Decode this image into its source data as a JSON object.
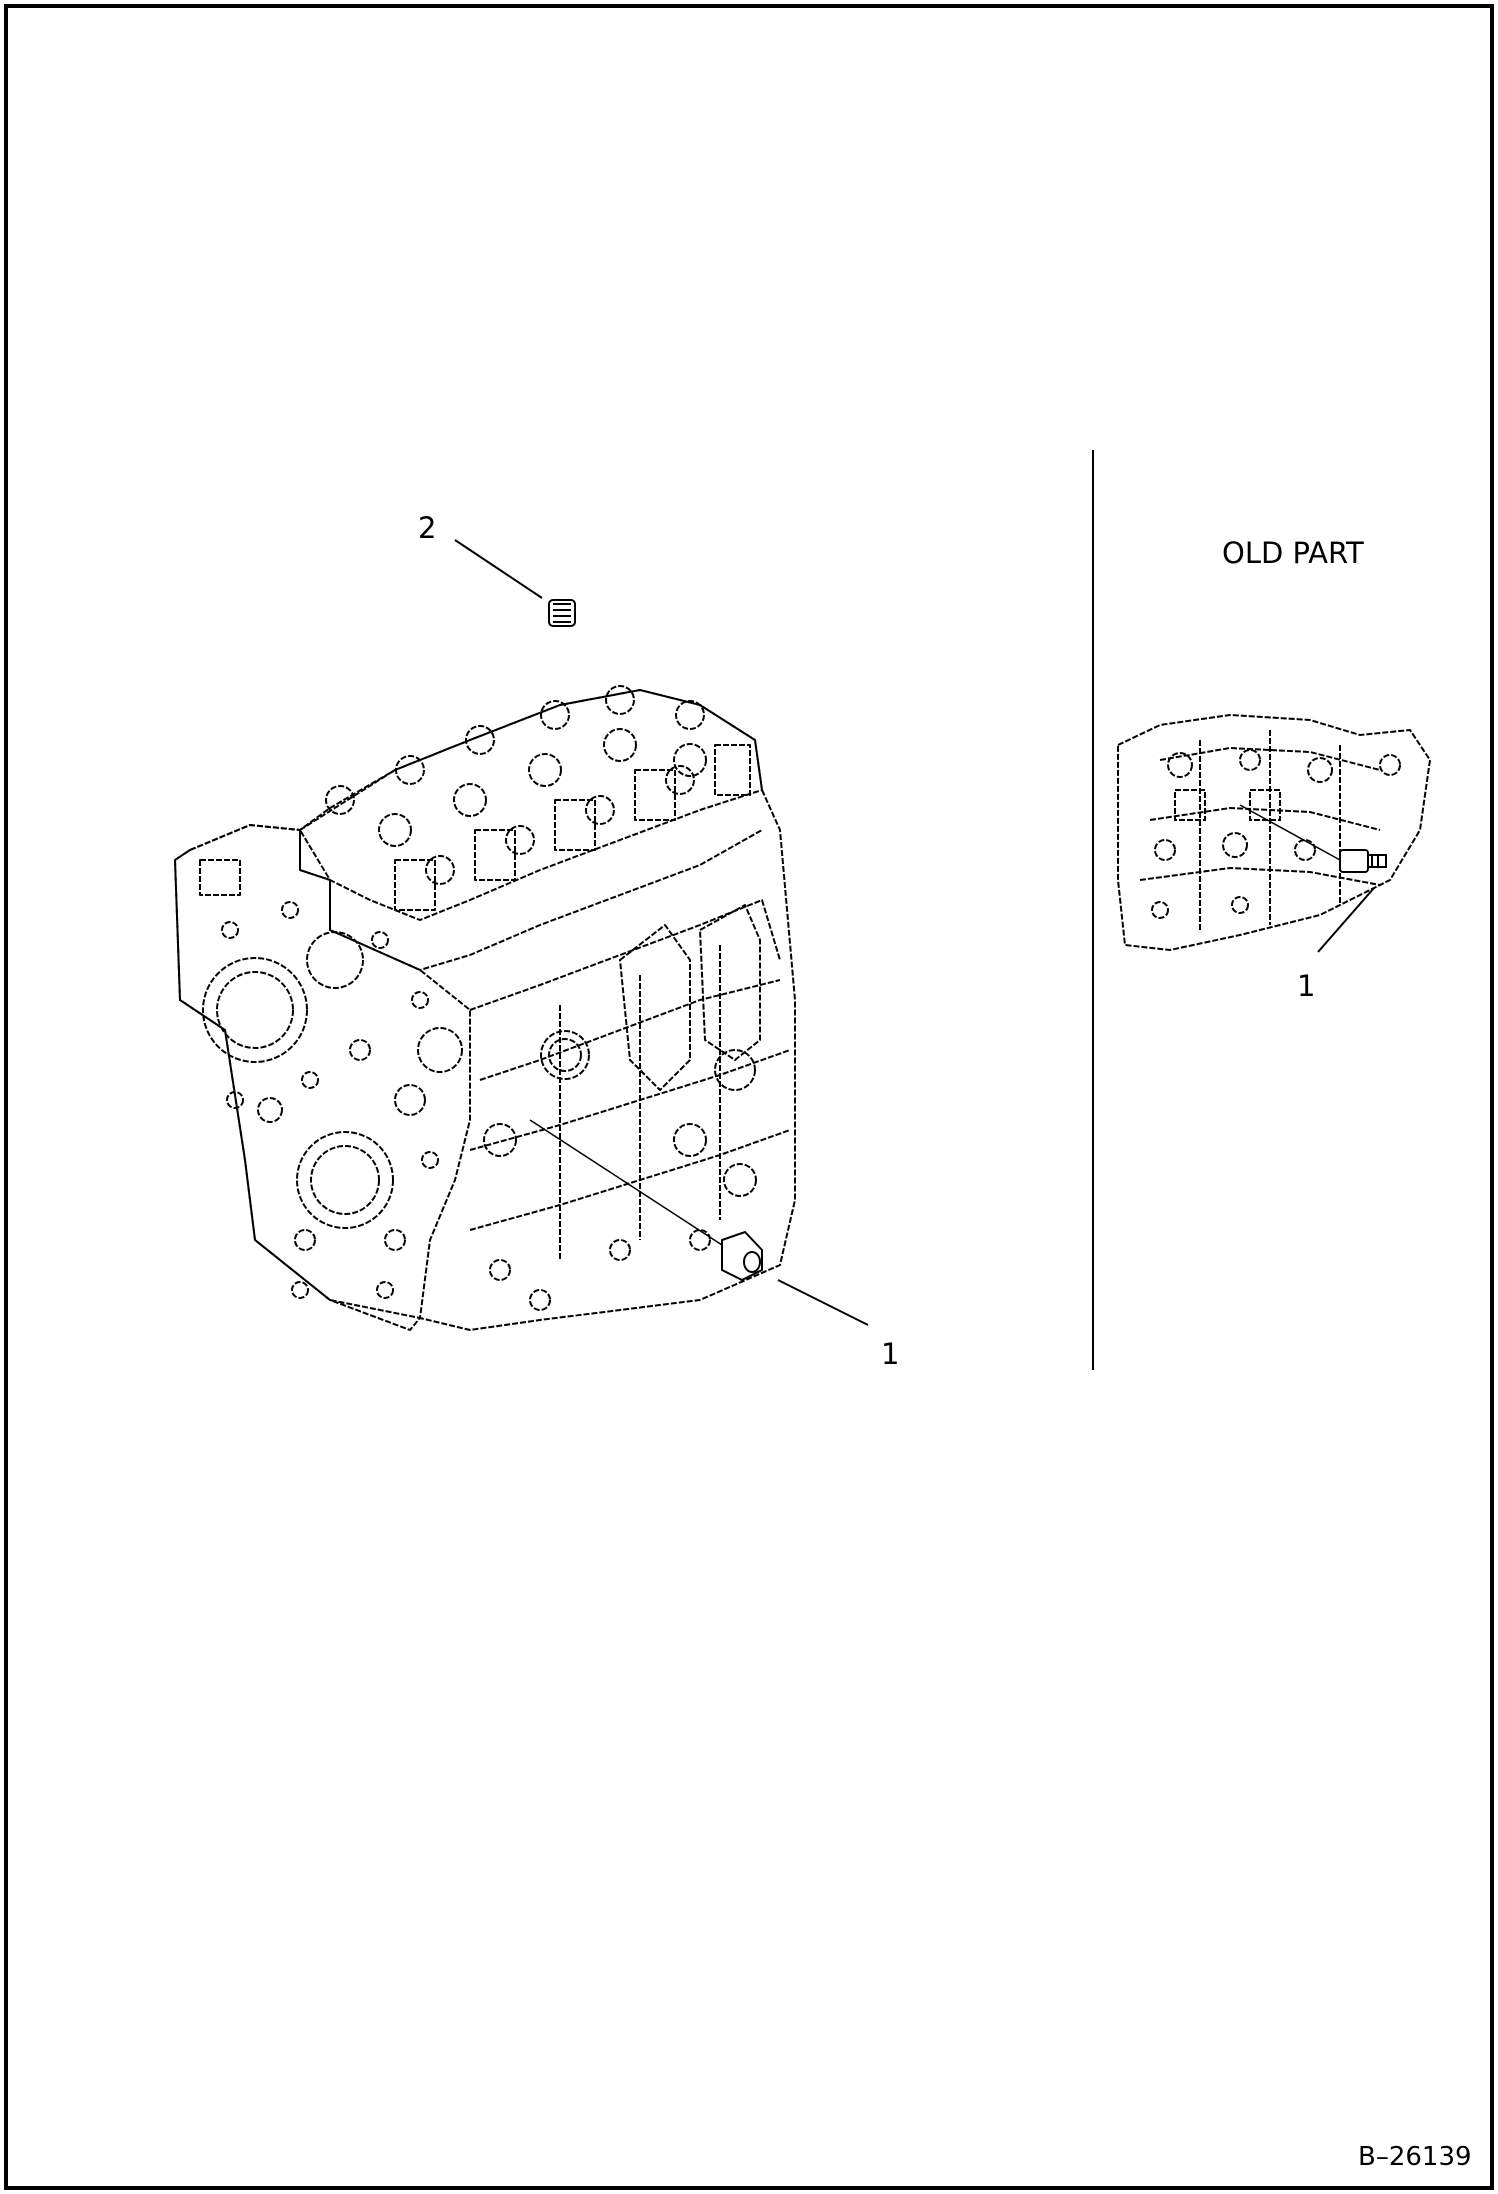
{
  "inset": {
    "title": "OLD PART"
  },
  "callouts": {
    "main_part_1": "1",
    "main_part_2": "2",
    "inset_part_1": "1"
  },
  "drawing": {
    "number": "B–26139"
  },
  "colors": {
    "line": "#000000",
    "background": "#ffffff"
  }
}
